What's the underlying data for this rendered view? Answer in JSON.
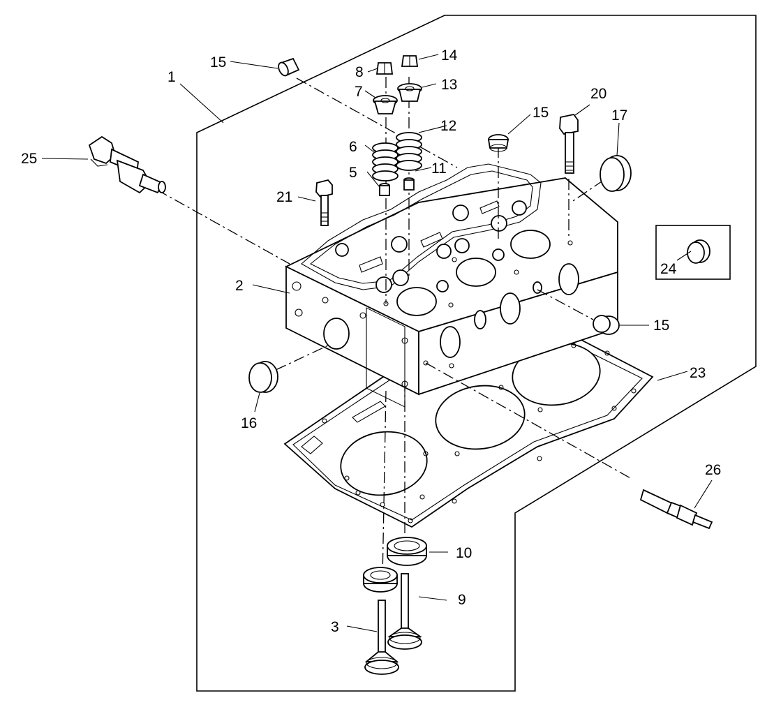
{
  "diagram": {
    "callouts": [
      {
        "id": "c1",
        "text": "1"
      },
      {
        "id": "c2",
        "text": "2"
      },
      {
        "id": "c3",
        "text": "3"
      },
      {
        "id": "c5",
        "text": "5"
      },
      {
        "id": "c6",
        "text": "6"
      },
      {
        "id": "c7",
        "text": "7"
      },
      {
        "id": "c8",
        "text": "8"
      },
      {
        "id": "c9",
        "text": "9"
      },
      {
        "id": "c10",
        "text": "10"
      },
      {
        "id": "c11",
        "text": "11"
      },
      {
        "id": "c12",
        "text": "12"
      },
      {
        "id": "c13",
        "text": "13"
      },
      {
        "id": "c14",
        "text": "14"
      },
      {
        "id": "c15a",
        "text": "15"
      },
      {
        "id": "c15b",
        "text": "15"
      },
      {
        "id": "c15c",
        "text": "15"
      },
      {
        "id": "c16",
        "text": "16"
      },
      {
        "id": "c17",
        "text": "17"
      },
      {
        "id": "c20",
        "text": "20"
      },
      {
        "id": "c21",
        "text": "21"
      },
      {
        "id": "c23",
        "text": "23"
      },
      {
        "id": "c24",
        "text": "24"
      },
      {
        "id": "c25",
        "text": "25"
      },
      {
        "id": "c26",
        "text": "26"
      }
    ]
  }
}
